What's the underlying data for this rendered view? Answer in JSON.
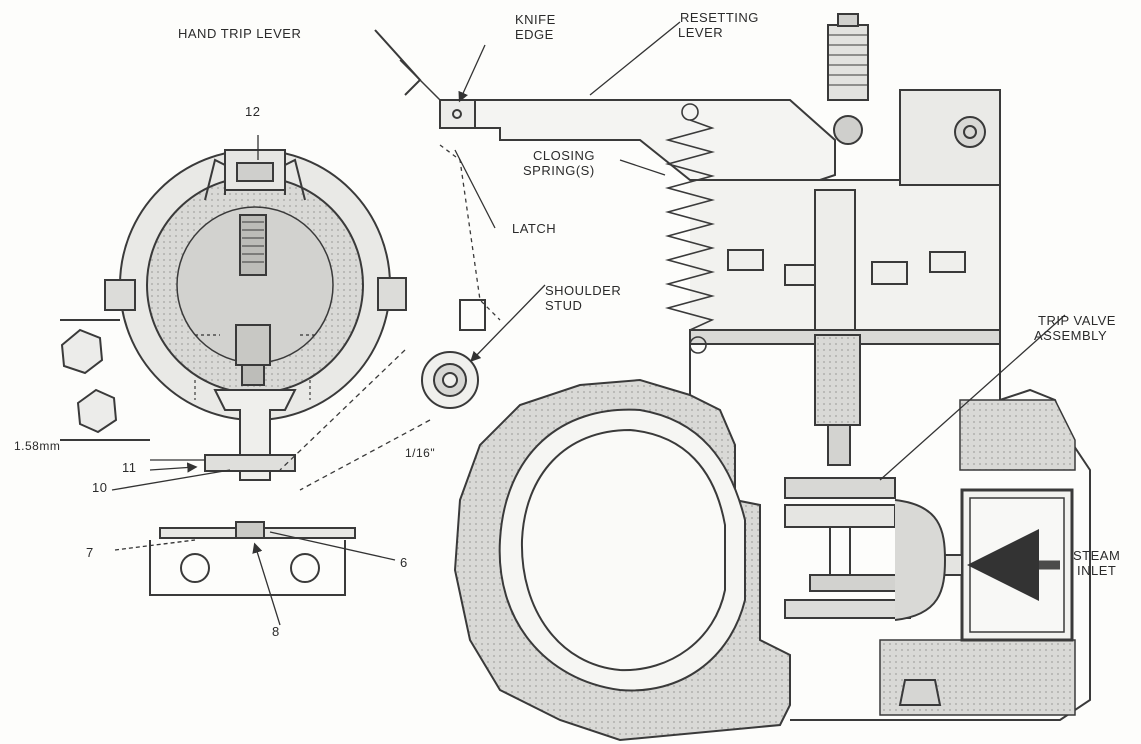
{
  "labels": {
    "hand_trip_lever": "HAND TRIP LEVER",
    "knife_edge_1": "KNIFE",
    "knife_edge_2": "EDGE",
    "resetting_lever_1": "RESETTING",
    "resetting_lever_2": "LEVER",
    "closing_spring_1": "CLOSING",
    "closing_spring_2": "SPRING(S)",
    "latch": "LATCH",
    "shoulder_stud_1": "SHOULDER",
    "shoulder_stud_2": "STUD",
    "trip_valve_1": "TRIP VALVE",
    "trip_valve_2": "ASSEMBLY",
    "steam_inlet_1": "STEAM",
    "steam_inlet_2": "INLET",
    "dim_mm": "1.58mm",
    "dim_in": "1/16\"",
    "n12": "12",
    "n11": "11",
    "n10": "10",
    "n7": "7",
    "n6": "6",
    "n8": "8"
  }
}
